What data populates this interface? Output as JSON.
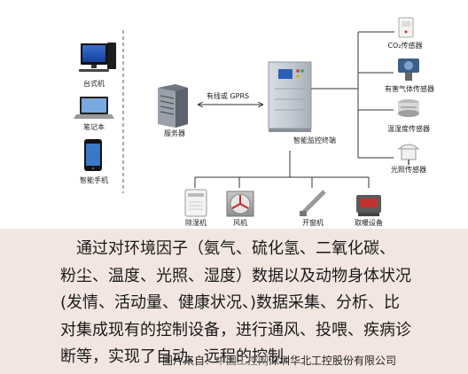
{
  "devices_left": {
    "desktop": "台式机",
    "laptop": "笔记本",
    "phone": "智能手机"
  },
  "server": "服务器",
  "link_label": "有线或 GPRS",
  "terminal": "智能监控终端",
  "sensors": {
    "co2": "CO₂传感器",
    "gas": "有害气体传感器",
    "temp_humidity": "温湿度传感器",
    "light": "光照传感器"
  },
  "actuators": {
    "dehumidifier": "除湿机",
    "fan": "风机",
    "window_opener": "开窗机",
    "feeder": "取暖设备"
  },
  "paragraph": {
    "line1": "通过对环境因子（氨气、硫化氢、二氧化碳、",
    "line2": "粉尘、温度、光照、湿度）数据以及动物身体状况",
    "line3": "(发情、活动量、健康状况、)数据采集、分析、比",
    "line4": "对集成现有的控制设备，进行通风、投喂、疾病诊",
    "line5": "断等，实现了自动、远程的控制。"
  },
  "caption": {
    "prefix": "图片来自",
    "faded": "：中国工控网",
    "suffix": "深圳华北工控股份有限公司"
  }
}
